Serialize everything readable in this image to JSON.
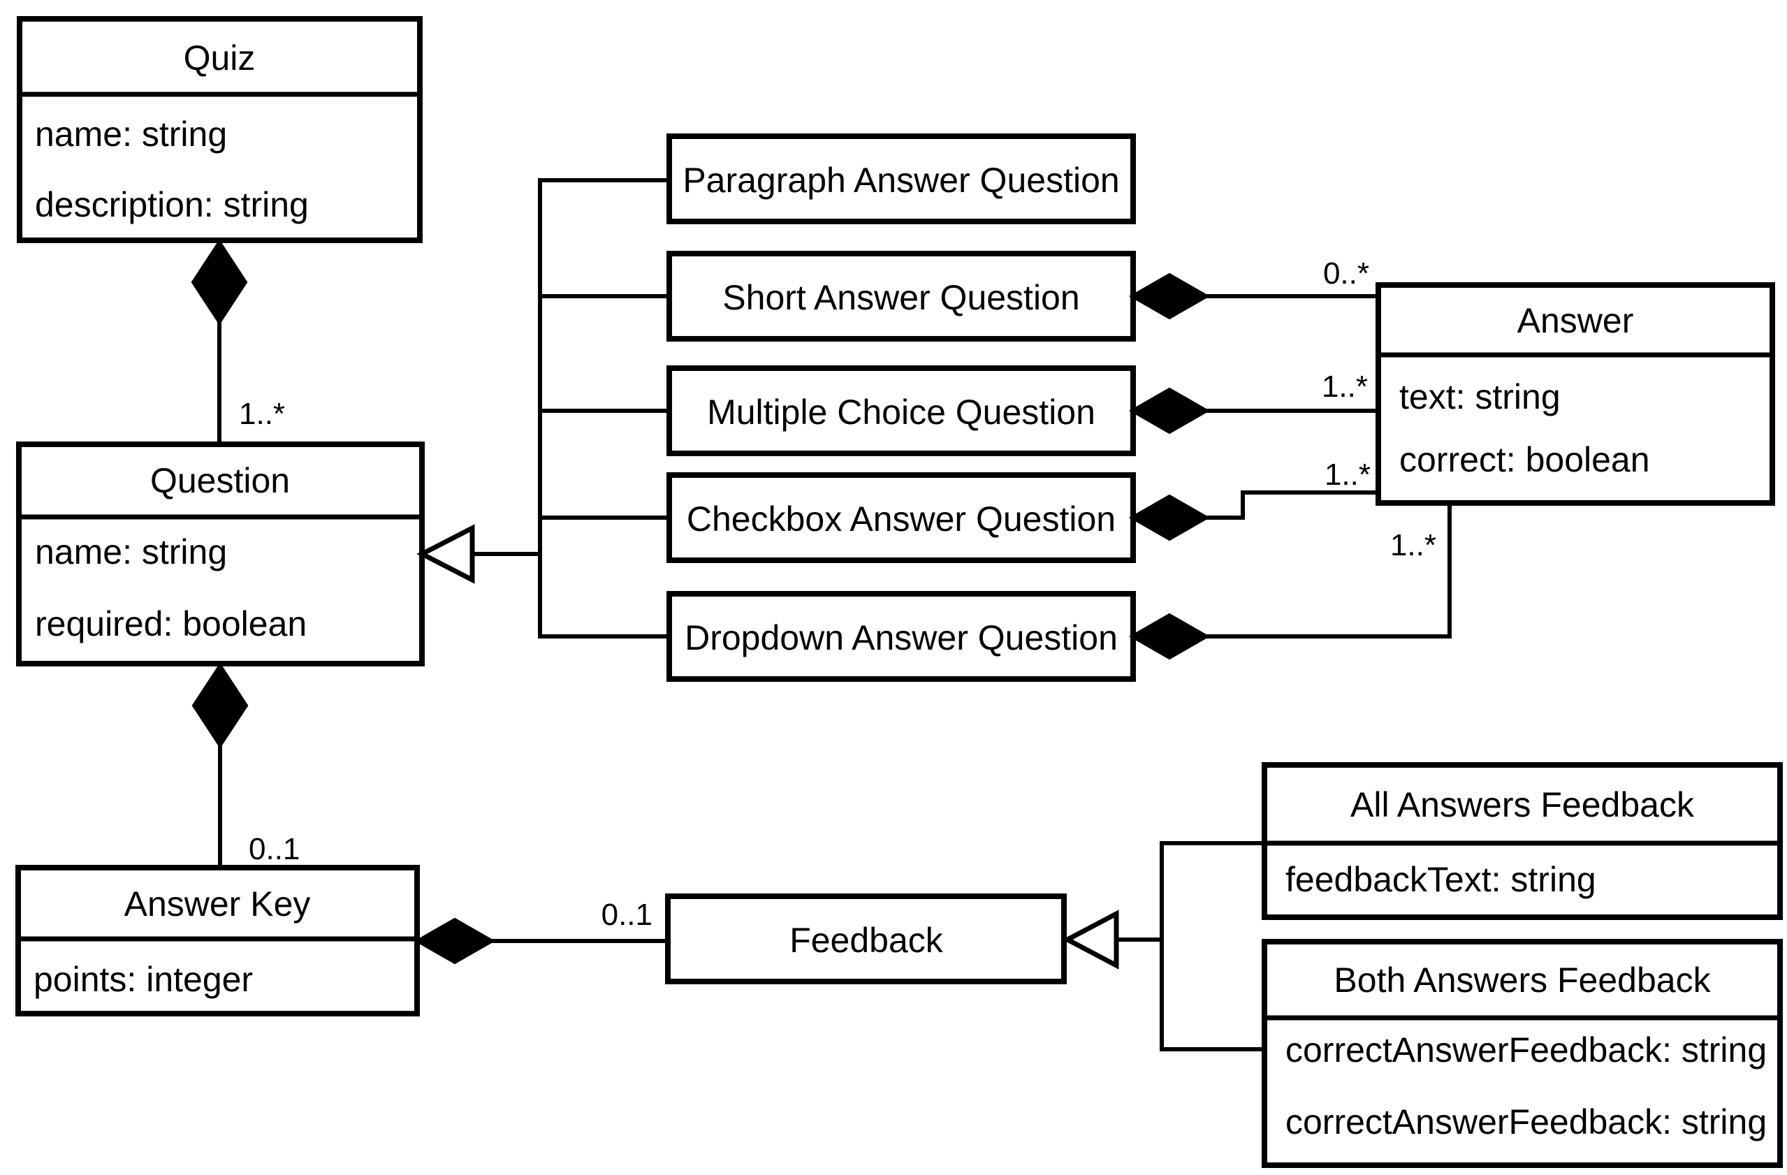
{
  "colors": {
    "line": "#000000",
    "background": "#ffffff",
    "box_fill": "#ffffff"
  },
  "classes": {
    "quiz": {
      "name": "Quiz",
      "attributes": [
        "name: string",
        "description: string"
      ]
    },
    "question": {
      "name": "Question",
      "attributes": [
        "name: string",
        "required: boolean"
      ]
    },
    "answer_key": {
      "name": "Answer Key",
      "attributes": [
        "points: integer"
      ]
    },
    "paragraph_answer_question": {
      "name": "Paragraph Answer Question",
      "attributes": []
    },
    "short_answer_question": {
      "name": "Short Answer Question",
      "attributes": []
    },
    "multiple_choice_question": {
      "name": "Multiple Choice Question",
      "attributes": []
    },
    "checkbox_answer_question": {
      "name": "Checkbox Answer Question",
      "attributes": []
    },
    "dropdown_answer_question": {
      "name": "Dropdown Answer Question",
      "attributes": []
    },
    "answer": {
      "name": "Answer",
      "attributes": [
        "text: string",
        "correct: boolean"
      ]
    },
    "feedback": {
      "name": "Feedback",
      "attributes": []
    },
    "all_answers_feedback": {
      "name": "All Answers Feedback",
      "attributes": [
        "feedbackText: string"
      ]
    },
    "both_answers_feedback": {
      "name": "Both Answers Feedback",
      "attributes": [
        "correctAnswerFeedback: string",
        "correctAnswerFeedback: string"
      ]
    }
  },
  "multiplicities": {
    "quiz_question": "1..*",
    "question_answer_key": "0..1",
    "short_answer_question_answer": "0..*",
    "multiple_choice_question_answer": "1..*",
    "checkbox_answer_question_answer": "1..*",
    "dropdown_answer_question_answer": "1..*",
    "answer_key_feedback": "0..1"
  },
  "relationships": [
    {
      "from": "Quiz",
      "to": "Question",
      "type": "composition",
      "multiplicity": "1..*"
    },
    {
      "from": "Question",
      "to": "Answer Key",
      "type": "composition",
      "multiplicity": "0..1"
    },
    {
      "parent": "Question",
      "children": [
        "Paragraph Answer Question",
        "Short Answer Question",
        "Multiple Choice Question",
        "Checkbox Answer Question",
        "Dropdown Answer Question"
      ],
      "type": "generalization"
    },
    {
      "from": "Short Answer Question",
      "to": "Answer",
      "type": "composition",
      "multiplicity": "0..*"
    },
    {
      "from": "Multiple Choice Question",
      "to": "Answer",
      "type": "composition",
      "multiplicity": "1..*"
    },
    {
      "from": "Checkbox Answer Question",
      "to": "Answer",
      "type": "composition",
      "multiplicity": "1..*"
    },
    {
      "from": "Dropdown Answer Question",
      "to": "Answer",
      "type": "composition",
      "multiplicity": "1..*"
    },
    {
      "from": "Answer Key",
      "to": "Feedback",
      "type": "composition",
      "multiplicity": "0..1"
    },
    {
      "parent": "Feedback",
      "children": [
        "All Answers Feedback",
        "Both Answers Feedback"
      ],
      "type": "generalization"
    }
  ]
}
